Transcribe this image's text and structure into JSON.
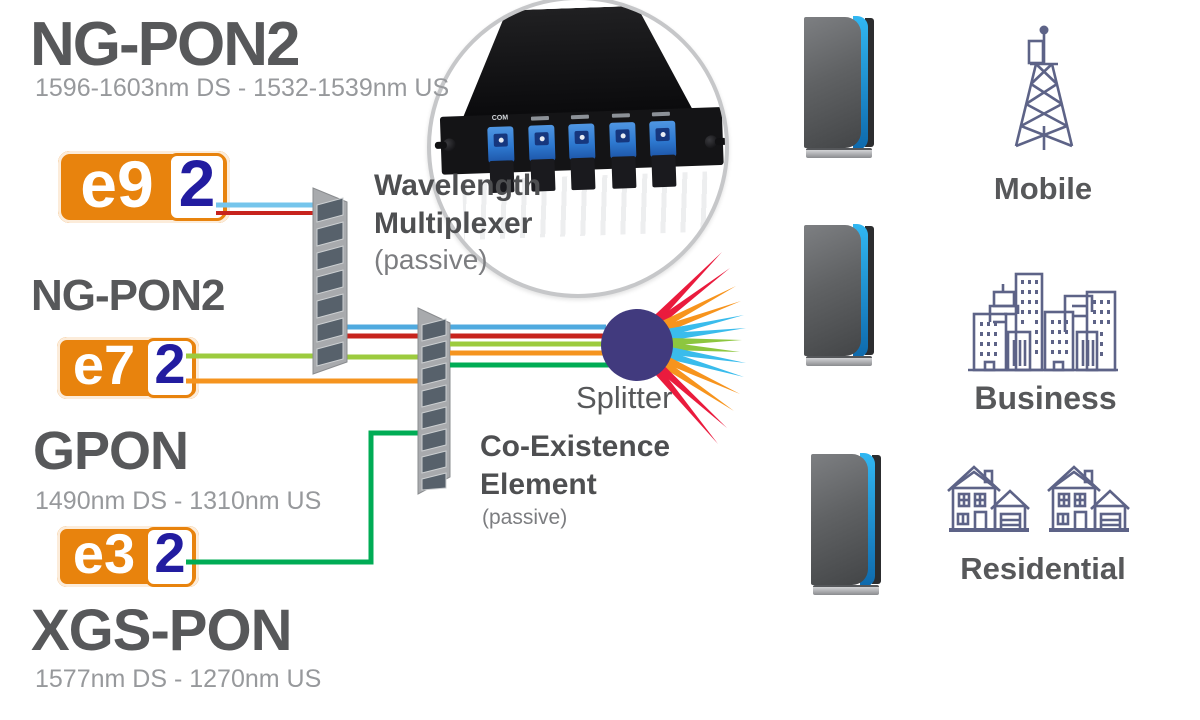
{
  "colors": {
    "orange": "#E8830D",
    "badge-blue": "#221CA0",
    "heading": "#57585A",
    "subtitle": "#97999C",
    "label-gray": "#7C7D80",
    "line-lightblue": "#75C5EC",
    "line-red": "#C7231D",
    "line-blue": "#4FAADF",
    "line-lightgreen": "#9CCB3E",
    "line-orange": "#F5941F",
    "line-emerald": "#00AC55",
    "splitter-fill": "#413A7E",
    "mux-body": "#A8AAAD",
    "mux-slot": "#57616B",
    "ray-red": "#EA1B3D",
    "ray-orange": "#F7941D",
    "ray-blue": "#3ABCEC",
    "ray-green": "#8DC63F",
    "icon-blue": "#5D6387",
    "tower-blue-top": "#31B7F2",
    "tower-blue-bottom": "#0E69AC",
    "port-blue": "#2E79D0"
  },
  "technologies": {
    "ngpon2_top": {
      "title": "NG-PON2",
      "subtitle": "1596-1603nm DS - 1532-1539nm US"
    },
    "ngpon2_mid": {
      "title": "NG-PON2"
    },
    "gpon": {
      "title": "GPON",
      "subtitle": "1490nm DS - 1310nm US"
    },
    "xgspon": {
      "title": "XGS-PON",
      "subtitle": "1577nm DS - 1270nm US"
    }
  },
  "badges": {
    "e9": {
      "name": "e9",
      "num": "2"
    },
    "e7": {
      "name": "e7",
      "num": "2"
    },
    "e3": {
      "name": "e3",
      "num": "2"
    }
  },
  "components": {
    "wavelength_multiplexer": {
      "line1": "Wavelength",
      "line2": "Multiplexer",
      "qualifier": "(passive)"
    },
    "co_existence_element": {
      "line1": "Co-Existence",
      "line2": "Element",
      "qualifier": "(passive)"
    },
    "splitter": {
      "label": "Splitter"
    },
    "mux_photo": {
      "port_label": "COM"
    }
  },
  "destinations": [
    {
      "label": "Mobile"
    },
    {
      "label": "Business"
    },
    {
      "label": "Residential"
    }
  ]
}
